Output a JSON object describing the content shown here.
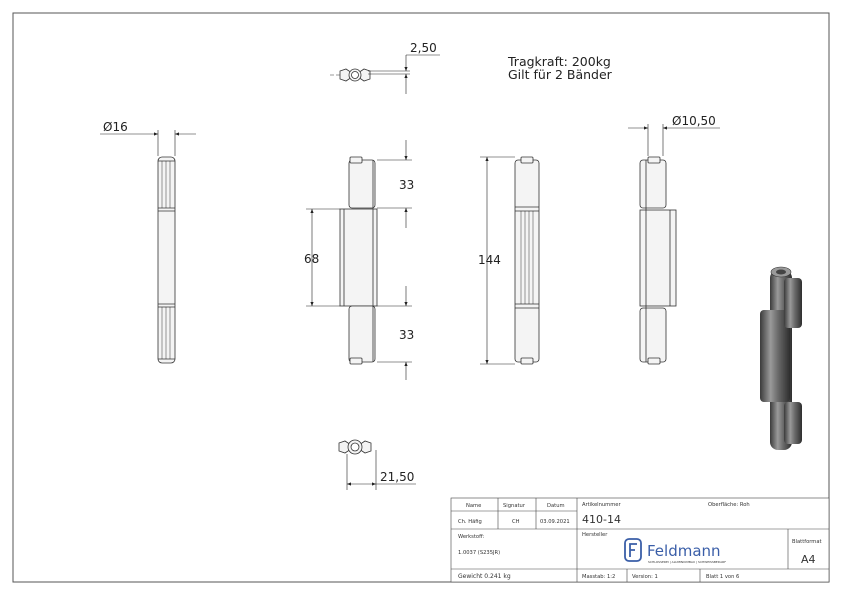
{
  "notes": {
    "line1": "Tragkraft: 200kg",
    "line2": "Gilt für 2 Bänder"
  },
  "dimensions": {
    "thickness": "2,50",
    "wing_span": "21,50",
    "diameter_left": "Ø16",
    "diameter_right": "Ø10,50",
    "top_section": "33",
    "middle_section": "68",
    "bottom_section": "33",
    "overall_length": "144"
  },
  "title_block": {
    "name_label": "Name",
    "signatur_label": "Signatur",
    "datum_label": "Datum",
    "name_value": "Ch. Häfig",
    "signatur_value": "CH",
    "datum_value": "03.09.2021",
    "artikel_label": "Artikelnummer",
    "artikel_value": "410-14",
    "oberflaeche": "Oberfläche: Roh",
    "werkstoff_label": "Werkstoff:",
    "werkstoff_value": "1.0037 (S235JR)",
    "hersteller_label": "Hersteller",
    "logo_text": "Feldmann",
    "logo_tagline": "SCHLOSSEREI | ALUMINIUMBAU | SCHWEISSBEDARF",
    "blattformat_label": "Blattformat",
    "blattformat_value": "A4",
    "gewicht": "Gewicht 0.241 kg",
    "massstab": "Masstab: 1:2",
    "version": "Version: 1",
    "blatt": "Blatt 1 von 6"
  },
  "colors": {
    "line": "#333333",
    "fill": "#f4f4f4",
    "dark_fill": "#555555",
    "logo": "#3a5ea8"
  }
}
